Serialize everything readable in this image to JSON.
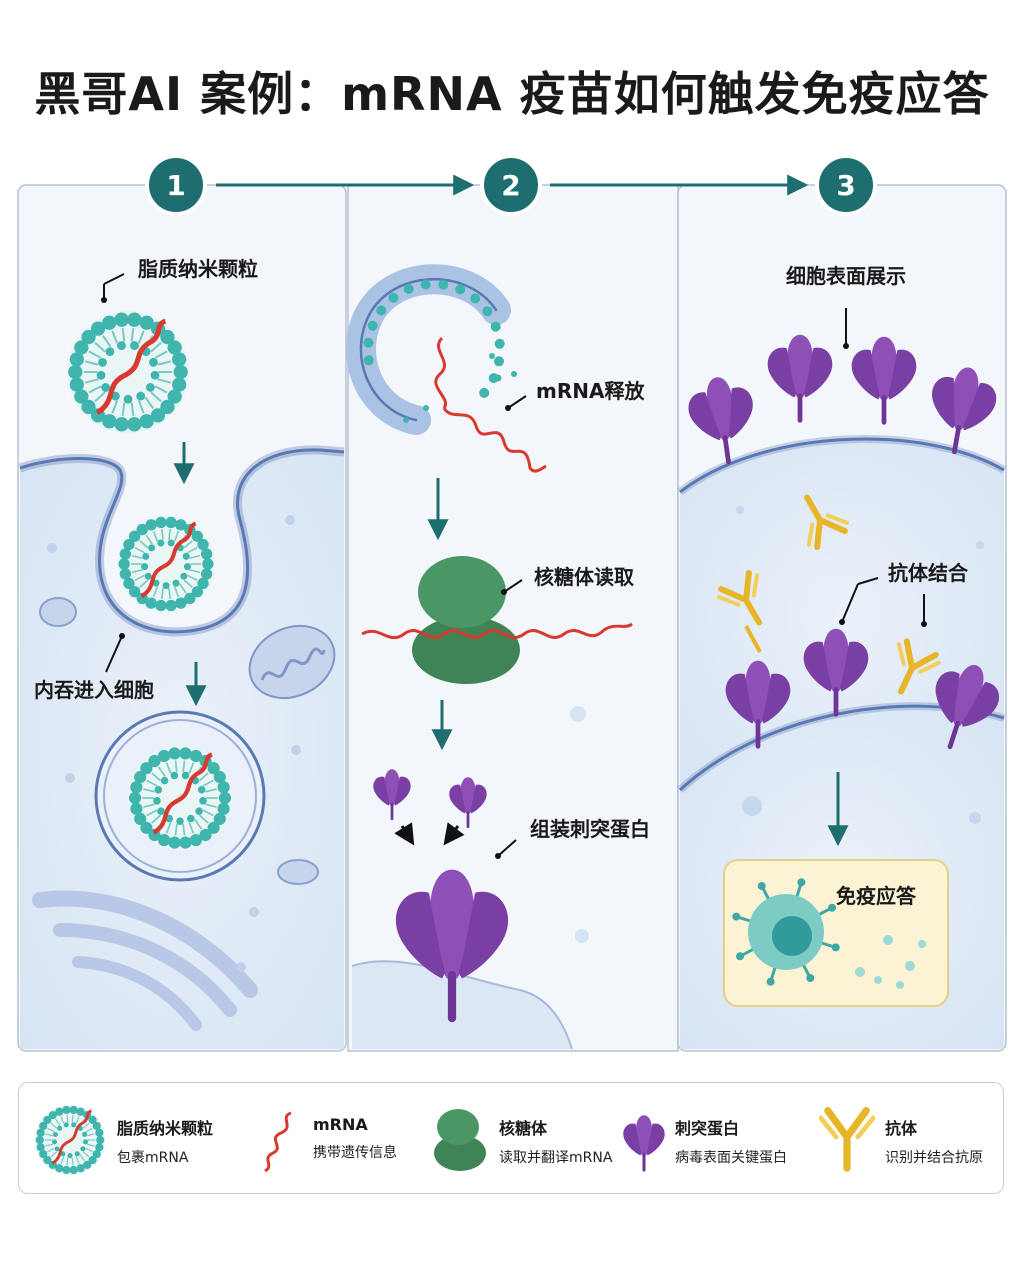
{
  "title": "黑哥AI 案例：mRNA 疫苗如何触发免疫应答",
  "steps": [
    "1",
    "2",
    "3"
  ],
  "panel1": {
    "lipid_label": "脂质纳米颗粒",
    "endocytosis_label": "内吞进入细胞"
  },
  "panel2": {
    "release_label": "mRNA释放",
    "ribosome_label": "核糖体读取",
    "assemble_label": "组装刺突蛋白"
  },
  "panel3": {
    "display_label": "细胞表面展示",
    "antibody_label": "抗体结合",
    "immune_label": "免疫应答"
  },
  "legend": [
    {
      "title": "脂质纳米颗粒",
      "desc": "包裹mRNA",
      "icon": "lipid-nanoparticle-icon"
    },
    {
      "title": "mRNA",
      "desc": "携带遗传信息",
      "icon": "mrna-icon"
    },
    {
      "title": "核糖体",
      "desc": "读取并翻译mRNA",
      "icon": "ribosome-icon"
    },
    {
      "title": "刺突蛋白",
      "desc": "病毒表面关键蛋白",
      "icon": "spike-protein-icon"
    },
    {
      "title": "抗体",
      "desc": "识别并结合抗原",
      "icon": "antibody-icon"
    }
  ],
  "colors": {
    "teal": "#1e7a78",
    "lipid": "#3fb5ad",
    "mrna": "#d83a2f",
    "ribosome": "#3f8457",
    "spike": "#8e4fb6",
    "antibody": "#e7b528",
    "cell_bg": "#dbe7f4",
    "membrane": "#5a78b4"
  }
}
